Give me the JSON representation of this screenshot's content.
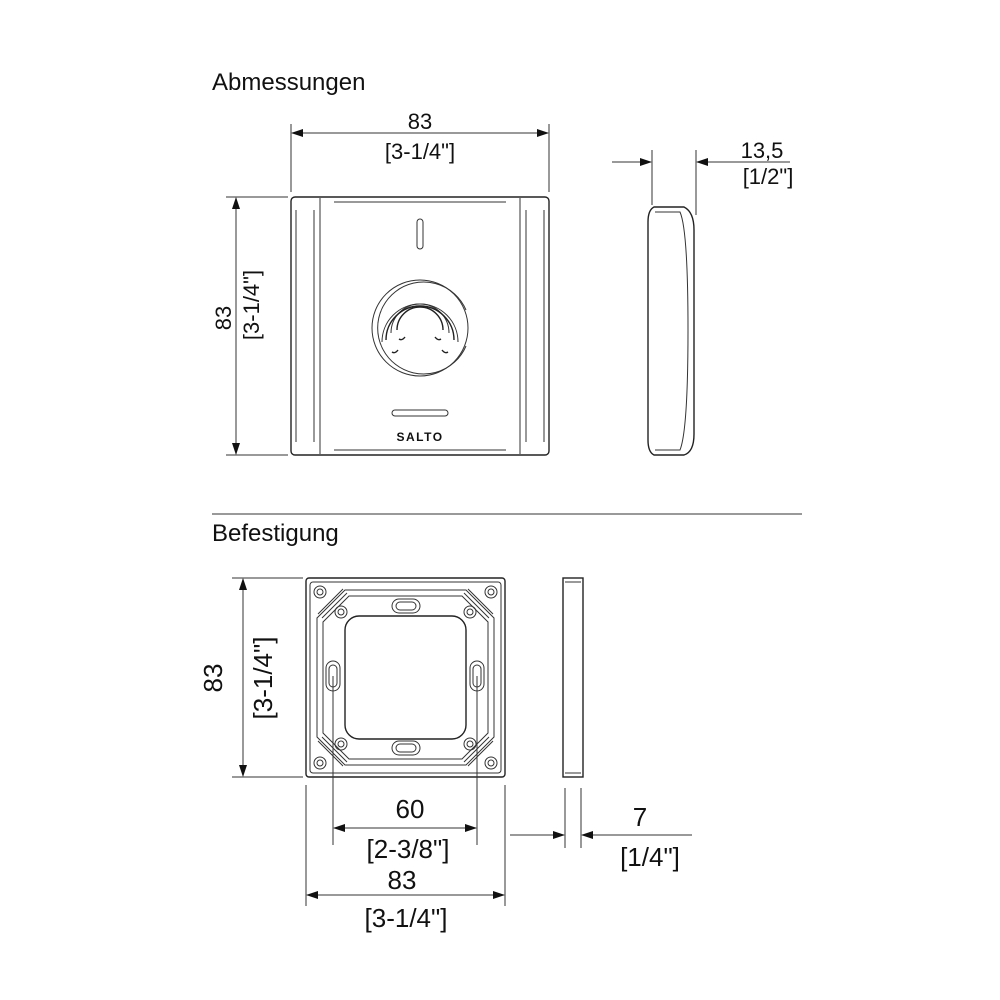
{
  "sections": {
    "dimensions_title": "Abmessungen",
    "mounting_title": "Befestigung"
  },
  "device": {
    "brand": "SALTO",
    "width_mm": "83",
    "width_in": "[3-1/4\"]",
    "height_mm": "83",
    "height_in": "[3-1/4\"]",
    "depth_mm": "13,5",
    "depth_in": "[1/2\"]"
  },
  "plate": {
    "height_mm": "83",
    "height_in": "[3-1/4\"]",
    "hole_spacing_mm": "60",
    "hole_spacing_in": "[2-3/8\"]",
    "width_mm": "83",
    "width_in": "[3-1/4\"]",
    "depth_mm": "7",
    "depth_in": "[1/4\"]"
  }
}
